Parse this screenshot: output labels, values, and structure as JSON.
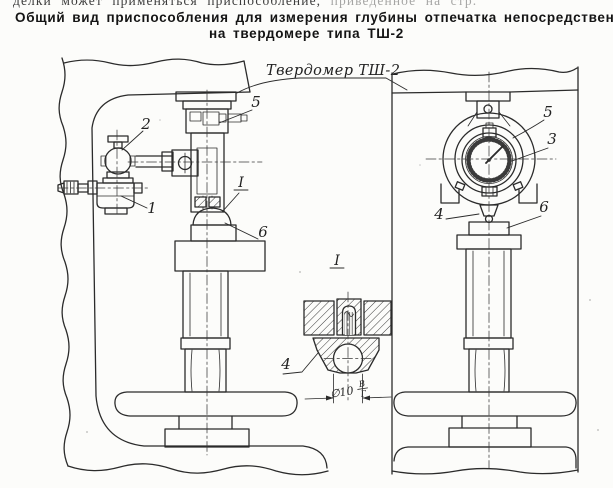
{
  "page": {
    "partial_line_left": "делки может применяться приспособление,",
    "partial_line_right": "приведенное на стр.",
    "title_line1": "Общий вид приспособления для измерения глубины отпечатка непосредственно",
    "title_line2": "на твердомере типа ТШ-2"
  },
  "figure": {
    "machine_label": "Твердомер ТШ-2",
    "colors": {
      "ink": "#2b2b2b",
      "paper": "#fcfcfa"
    },
    "side_view": {
      "part1": "1",
      "part2": "2",
      "part5": "5",
      "detail_ref": "I",
      "part6": "6"
    },
    "front_view": {
      "part3": "3",
      "part4": "4",
      "part5": "5",
      "part6": "6"
    },
    "detail_view": {
      "marker": "I",
      "part4": "4",
      "dim_diameter": "∅10",
      "fit_upper": "В",
      "fit_lower": "Г"
    }
  }
}
